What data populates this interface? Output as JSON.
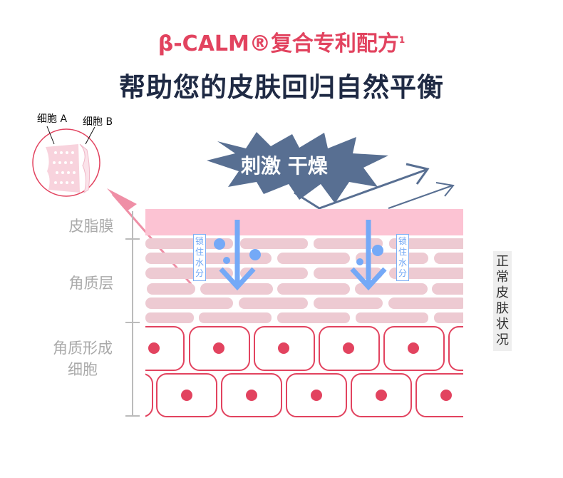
{
  "header": {
    "subtitle": "β-CALM®复合专利配方",
    "subtitle_note": "1",
    "title": "帮助您的皮肤回归自然平衡"
  },
  "inset": {
    "cell_a": "细胞 A",
    "cell_b": "细胞 B"
  },
  "stimulus": "刺激 干燥",
  "layers": {
    "sebum": "皮脂膜",
    "stratum_corneum": "角质层",
    "basal_1": "角质形成",
    "basal_2": "细胞"
  },
  "lock_label": "锁住水分",
  "state_label": "正常皮肤状况",
  "colors": {
    "accent": "#e2435f",
    "navy": "#586f92",
    "water": "#74a9f7",
    "pink": "#fcc3d3"
  }
}
